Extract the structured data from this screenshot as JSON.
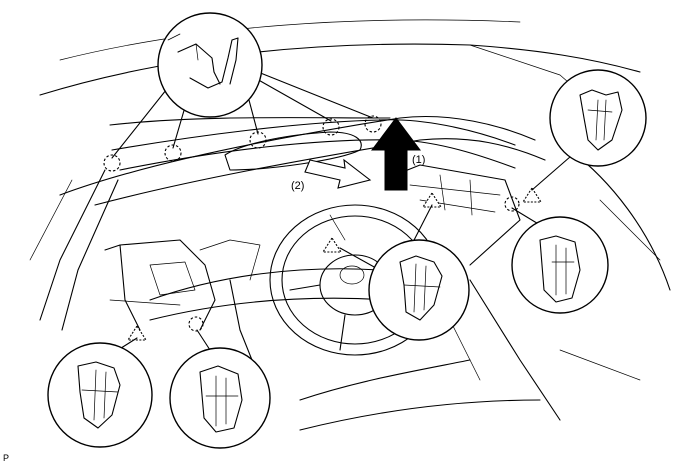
{
  "labels": {
    "step_1": "(1)",
    "step_2": "(2)",
    "corner_code": "P"
  }
}
